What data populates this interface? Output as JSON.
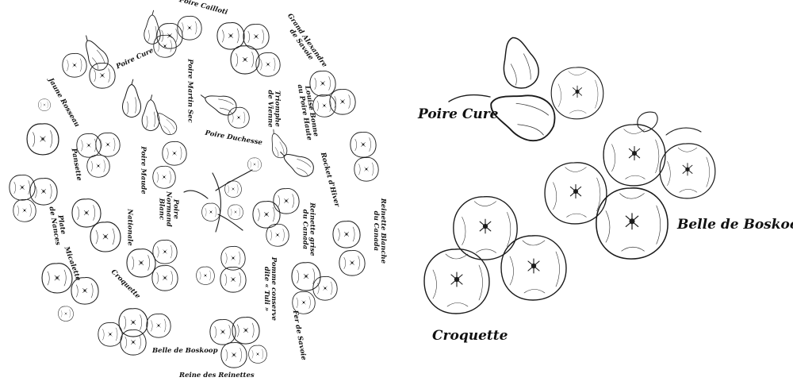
{
  "wheel": {
    "labels": {
      "poire_cailloti": "Poire Cailloti",
      "grand_alexandre_line1": "Grand Alexandre",
      "grand_alexandre_line2": "de Savoie",
      "poire_cure": "Poire Cure",
      "poire_martin_sec": "Poire Martin Sec",
      "jaune_rosseau": "Jaune Rosseau",
      "triomphe_line1": "Triomphe",
      "triomphe_line2": "de Vienne",
      "louise_line1": "Louise Bonne",
      "louise_line2": "au Poire Haute",
      "poire_duchesse": "Poire Duchesse",
      "pansette": "Pansette",
      "poire_maude": "Poire Maude",
      "rocket_hiver": "Rocket d'Hiver",
      "plate_line1": "Plate",
      "plate_line2": "de Nances",
      "nationale": "Nationale",
      "poire_normand_line1": "Poire",
      "poire_normand_line2": "Normand",
      "poire_normand_line3": "Blanc",
      "reinette_grise_line1": "Reinette grise",
      "reinette_grise_line2": "du Canada",
      "reinette_blanche_line1": "Reinette Blanche",
      "reinette_blanche_line2": "du Canada",
      "micalette": "Micalette",
      "croquette": "Croquette",
      "pomme_conserve_line1": "Pomme conserve",
      "pomme_conserve_line2": "dite « Tuli »",
      "fer_de_savoie": "Fer de Savoie",
      "belle_de_boskoop": "Belle de Boskoop",
      "reine_des_reinettes": "Reine des Reinettes"
    }
  },
  "detail": {
    "labels": {
      "poire_cure": "Poire Cure",
      "belle_de_boskoop": "Belle de Boskoop",
      "croquette": "Croquette"
    }
  }
}
